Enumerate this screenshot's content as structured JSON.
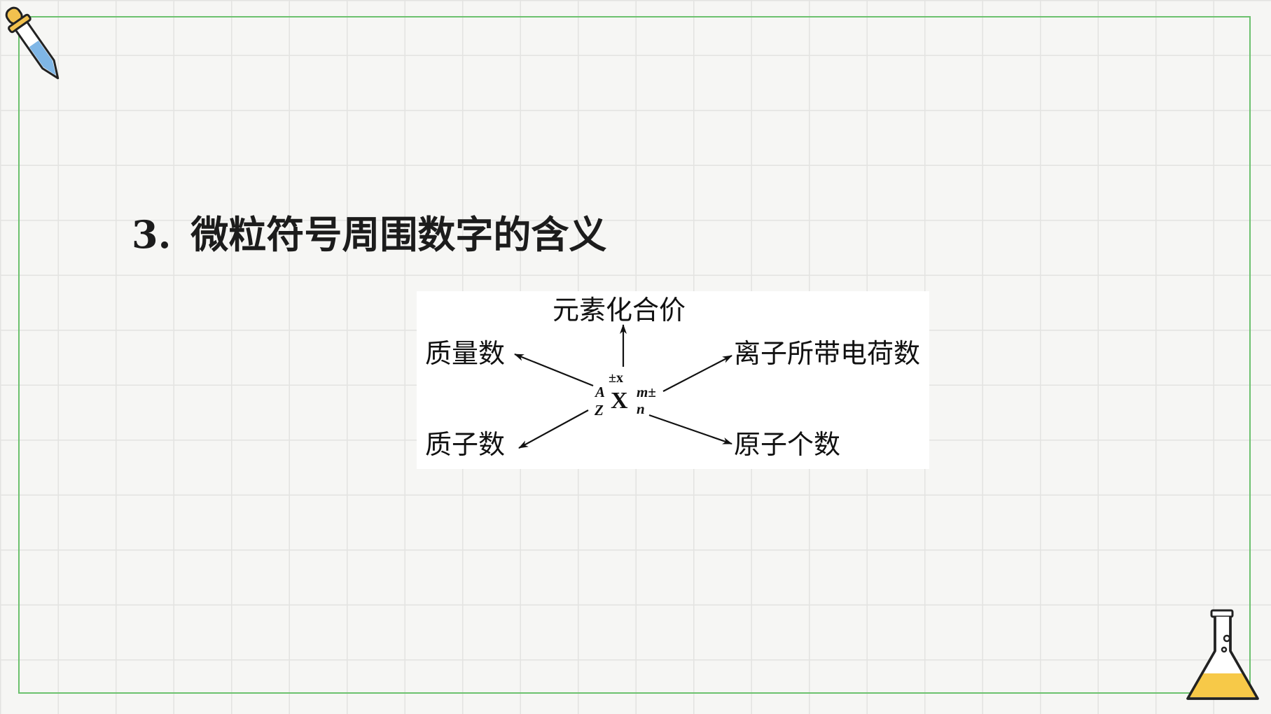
{
  "slide": {
    "title_number": "3.",
    "title_text": "微粒符号周围数字的含义"
  },
  "diagram": {
    "labels": {
      "top": "元素化合价",
      "upper_left": "质量数",
      "lower_left": "质子数",
      "upper_right": "离子所带电荷数",
      "lower_right": "原子个数"
    },
    "symbol": {
      "element": "X",
      "mass_number": "A",
      "atomic_number": "Z",
      "valence": "±x",
      "charge": "m±",
      "atom_count": "n"
    }
  },
  "decorations": {
    "dropper_icon": "dropper-icon",
    "flask_icon": "flask-icon",
    "frame_color": "#6cc16e",
    "grid_color": "#e3e3e1",
    "background_color": "#f6f6f4",
    "flask_liquid_color": "#f7c948",
    "dropper_cap_color": "#f2c14e",
    "dropper_liquid_color": "#7fb6e6"
  }
}
